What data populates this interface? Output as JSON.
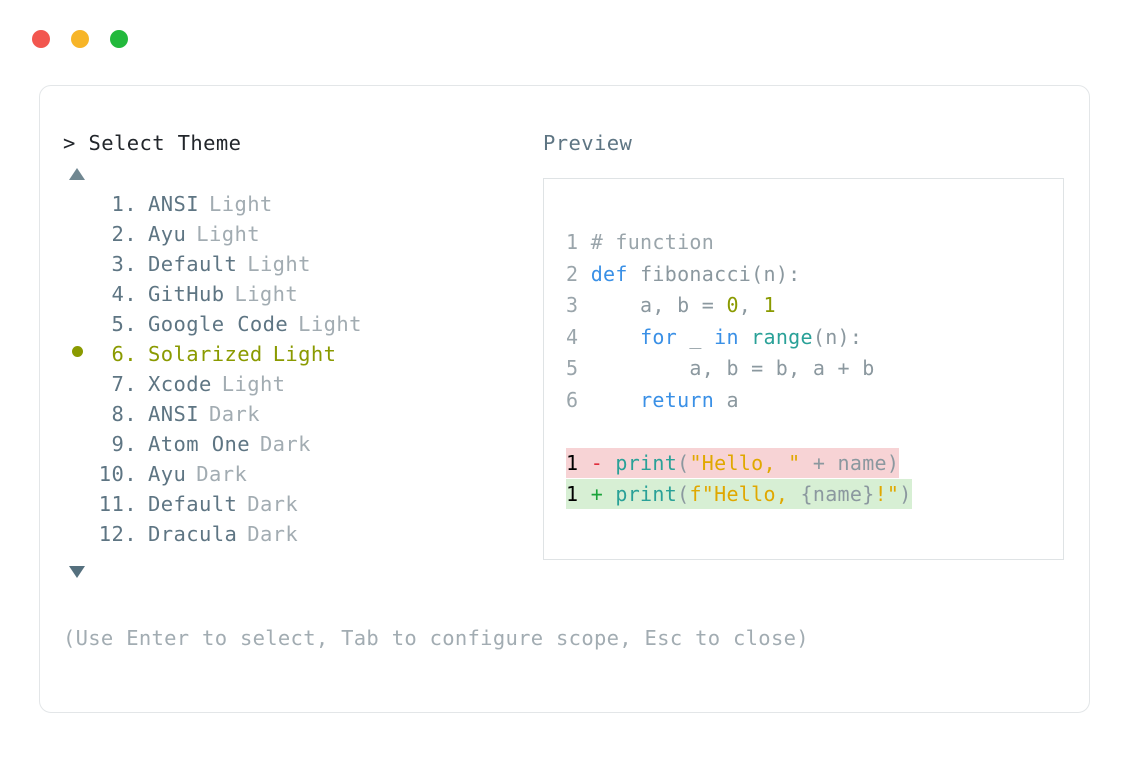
{
  "window": {
    "dots": [
      {
        "name": "close-dot",
        "color": "#f2564f"
      },
      {
        "name": "minimize-dot",
        "color": "#f7b528"
      },
      {
        "name": "maximize-dot",
        "color": "#22b93c"
      }
    ]
  },
  "picker": {
    "prompt": "> Select Theme",
    "scroll_up_icon": "triangle-up-icon",
    "scroll_down_icon": "triangle-down-icon",
    "selected_index": 6,
    "selected_marker_color": "#8a9a00",
    "items": [
      {
        "num": "1.",
        "name": "ANSI",
        "variant": "Light",
        "selected": false
      },
      {
        "num": "2.",
        "name": "Ayu",
        "variant": "Light",
        "selected": false
      },
      {
        "num": "3.",
        "name": "Default",
        "variant": "Light",
        "selected": false
      },
      {
        "num": "4.",
        "name": "GitHub",
        "variant": "Light",
        "selected": false
      },
      {
        "num": "5.",
        "name": "Google Code",
        "variant": "Light",
        "selected": false
      },
      {
        "num": "6.",
        "name": "Solarized",
        "variant": "Light",
        "selected": true
      },
      {
        "num": "7.",
        "name": "Xcode",
        "variant": "Light",
        "selected": false
      },
      {
        "num": "8.",
        "name": "ANSI",
        "variant": "Dark",
        "selected": false
      },
      {
        "num": "9.",
        "name": "Atom One",
        "variant": "Dark",
        "selected": false
      },
      {
        "num": "10.",
        "name": "Ayu",
        "variant": "Dark",
        "selected": false
      },
      {
        "num": "11.",
        "name": "Default",
        "variant": "Dark",
        "selected": false
      },
      {
        "num": "12.",
        "name": "Dracula",
        "variant": "Dark",
        "selected": false
      }
    ]
  },
  "preview": {
    "label": "Preview",
    "code_lines": [
      {
        "num": "1",
        "tokens": [
          {
            "t": "# function",
            "c": "tok-comment"
          }
        ]
      },
      {
        "num": "2",
        "tokens": [
          {
            "t": "def ",
            "c": "tok-keyword"
          },
          {
            "t": "fibonacci",
            "c": "tok-plain"
          },
          {
            "t": "(n):",
            "c": "tok-punct"
          }
        ]
      },
      {
        "num": "3",
        "tokens": [
          {
            "t": "    a, b = ",
            "c": "tok-plain"
          },
          {
            "t": "0",
            "c": "tok-number"
          },
          {
            "t": ", ",
            "c": "tok-plain"
          },
          {
            "t": "1",
            "c": "tok-number"
          }
        ]
      },
      {
        "num": "4",
        "tokens": [
          {
            "t": "    ",
            "c": "tok-plain"
          },
          {
            "t": "for",
            "c": "tok-keyword"
          },
          {
            "t": " _ ",
            "c": "tok-plain"
          },
          {
            "t": "in",
            "c": "tok-keyword"
          },
          {
            "t": " ",
            "c": "tok-plain"
          },
          {
            "t": "range",
            "c": "tok-builtin"
          },
          {
            "t": "(n):",
            "c": "tok-punct"
          }
        ]
      },
      {
        "num": "5",
        "tokens": [
          {
            "t": "        a, b = b, a + b",
            "c": "tok-plain"
          }
        ]
      },
      {
        "num": "6",
        "tokens": [
          {
            "t": "    ",
            "c": "tok-plain"
          },
          {
            "t": "return",
            "c": "tok-keyword"
          },
          {
            "t": " a",
            "c": "tok-plain"
          }
        ]
      }
    ],
    "diff_lines": [
      {
        "kind": "del",
        "num": "1",
        "marker": "-",
        "tokens": [
          {
            "t": "print",
            "c": "tok-func"
          },
          {
            "t": "(",
            "c": "tok-punct"
          },
          {
            "t": "\"Hello, \"",
            "c": "tok-string"
          },
          {
            "t": " + name)",
            "c": "tok-plain"
          }
        ]
      },
      {
        "kind": "add",
        "num": "1",
        "marker": "+",
        "tokens": [
          {
            "t": "print",
            "c": "tok-func"
          },
          {
            "t": "(",
            "c": "tok-punct"
          },
          {
            "t": "f\"Hello, ",
            "c": "tok-string"
          },
          {
            "t": "{name}",
            "c": "tok-plain"
          },
          {
            "t": "!\"",
            "c": "tok-string"
          },
          {
            "t": ")",
            "c": "tok-punct"
          }
        ]
      }
    ],
    "diff_del_bg": "#f7d3d5",
    "diff_add_bg": "#d7efd4"
  },
  "footer": {
    "hint": "(Use Enter to select, Tab to configure scope, Esc to close)"
  }
}
